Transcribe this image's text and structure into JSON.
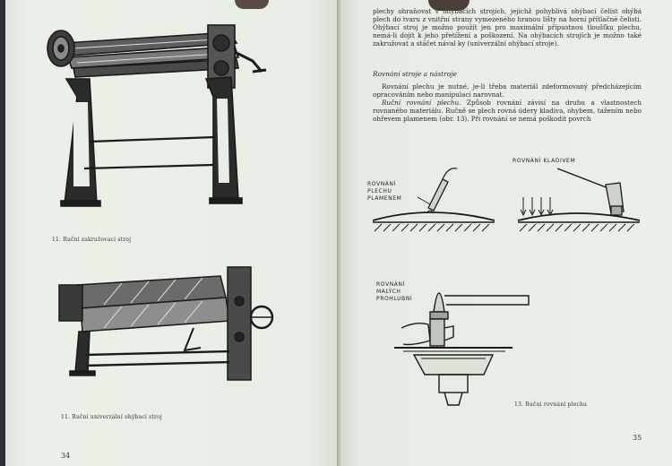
{
  "left_page": {
    "fig1_caption": "11. Ruční zakružovací stroj",
    "fig2_caption": "11. Ruční univerzální ohýbací stroj",
    "page_number": "34"
  },
  "right_page": {
    "intro_text": "plechy ohraňovat v ohýbacích strojích, jejichž pohyblivá ohýbací čelist ohýbá plech do tvaru z vnitřní strany vymezeného hranou lišty na horní přítlačné čelisti. Ohýbací stroj je možno použít jen pro maximální přípustnou tloušťku plechu, nemá-li dojít k jeho přetížení a poškození. Na ohýbacích strojích je možno také zakružovat a stáčet nával ky (univerzální ohýbací stroje).",
    "section_heading": "Rovnání stroje a nástroje",
    "para1": "Rovnání plechu je nutné, je-li třeba materiál zdeformovaný předcházejícím opracováním nebo manipulací narovnat.",
    "para2_lead": "Ruční rovnání plechu.",
    "para2_rest": " Způsob rovnání závisí na druhu a vlastnostech rovnaného materiálu. Ručně se plech rovná údery kladiva, ohybem, tažením nebo ohřevem plamenem (obr. 13). Při rovnání se nemá poškodit povrch",
    "label_flame": [
      "ROVNÁNÍ",
      "PLECHU",
      "PLAMENEM"
    ],
    "label_hammer": "ROVNÁNÍ   KLADIVEM",
    "label_dents": [
      "ROVNÁNÍ",
      "MALÝCH",
      "PROHLUBNÍ"
    ],
    "fig_caption": "13. Ruční rovnání plechu",
    "page_number": "35"
  }
}
